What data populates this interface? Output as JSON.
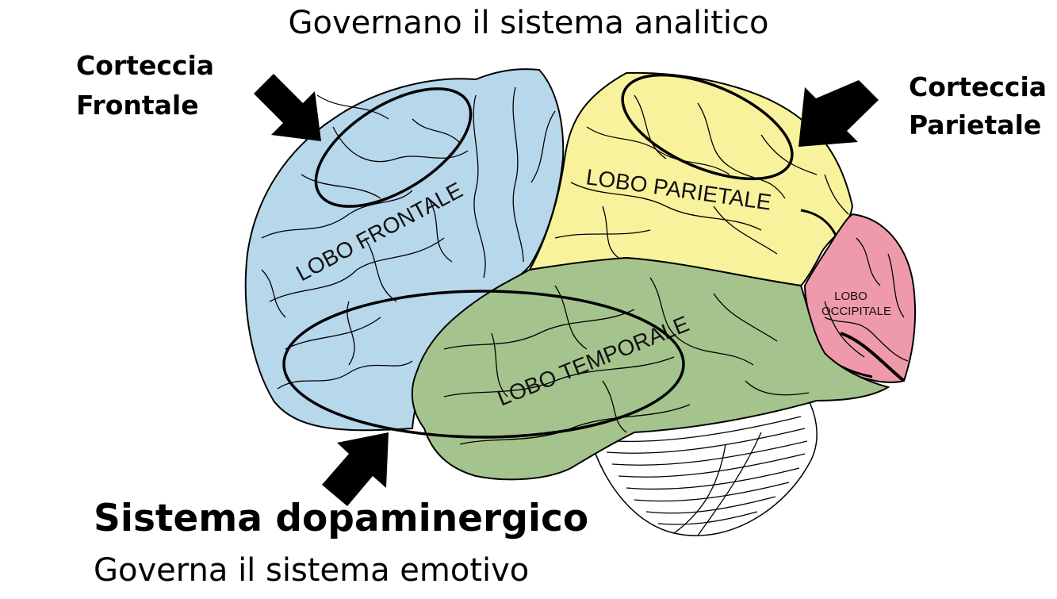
{
  "captions": {
    "top": "Governano il sistema analitico",
    "bottom": "Governa il sistema emotivo"
  },
  "labels": {
    "frontal_line1": "Corteccia",
    "frontal_line2": "Frontale",
    "parietal_line1": "Corteccia",
    "parietal_line2": "Parietale",
    "dopaminergic": "Sistema dopaminergico"
  },
  "lobes": {
    "frontal": "LOBO FRONTALE",
    "parietal": "LOBO PARIETALE",
    "temporal": "LOBO TEMPORALE",
    "occipital_line1": "LOBO",
    "occipital_line2": "OCCIPITALE"
  },
  "colors": {
    "frontal": "#b7d7ea",
    "parietal": "#f8f29c",
    "temporal": "#a5c48d",
    "occipital": "#ef9aab",
    "cerebellum": "#ffffff"
  }
}
